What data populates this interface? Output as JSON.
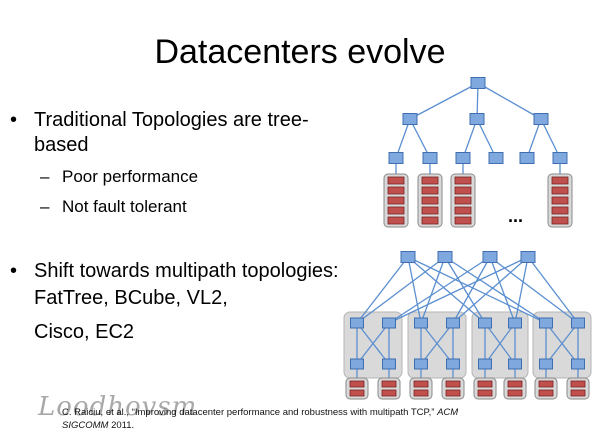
{
  "title": "Datacenters evolve",
  "bullets": [
    {
      "text_lines": [
        "Traditional Topologies are tree-",
        "based"
      ],
      "subitems": [
        "Poor performance",
        "Not fault tolerant"
      ]
    },
    {
      "text_lines": [
        "Shift towards multipath topologies:",
        "FatTree, BCube, VL2,",
        "Cisco, EC2"
      ],
      "subitems": []
    }
  ],
  "bullet_glyph": "•",
  "dash_glyph": "–",
  "ellipsis": "...",
  "citation": {
    "authors": "C. Raiciu, et al., ",
    "paper": "“Improving datacenter performance and robustness with multipath TCP,” ",
    "venue_line1": "ACM",
    "venue_line2": "SIGCOMM",
    "year": " 2011."
  },
  "watermark": "Loodhovsm",
  "colors": {
    "switch_fill": "#7fa8de",
    "switch_stroke": "#3f6fb0",
    "link": "#5b8fd0",
    "rack_fill": "#d9d9d9",
    "rack_stroke": "#8a8a8a",
    "server_fill": "#c0504d",
    "server_stroke": "#7a2422",
    "pod_fill": "#d9d9d9"
  }
}
